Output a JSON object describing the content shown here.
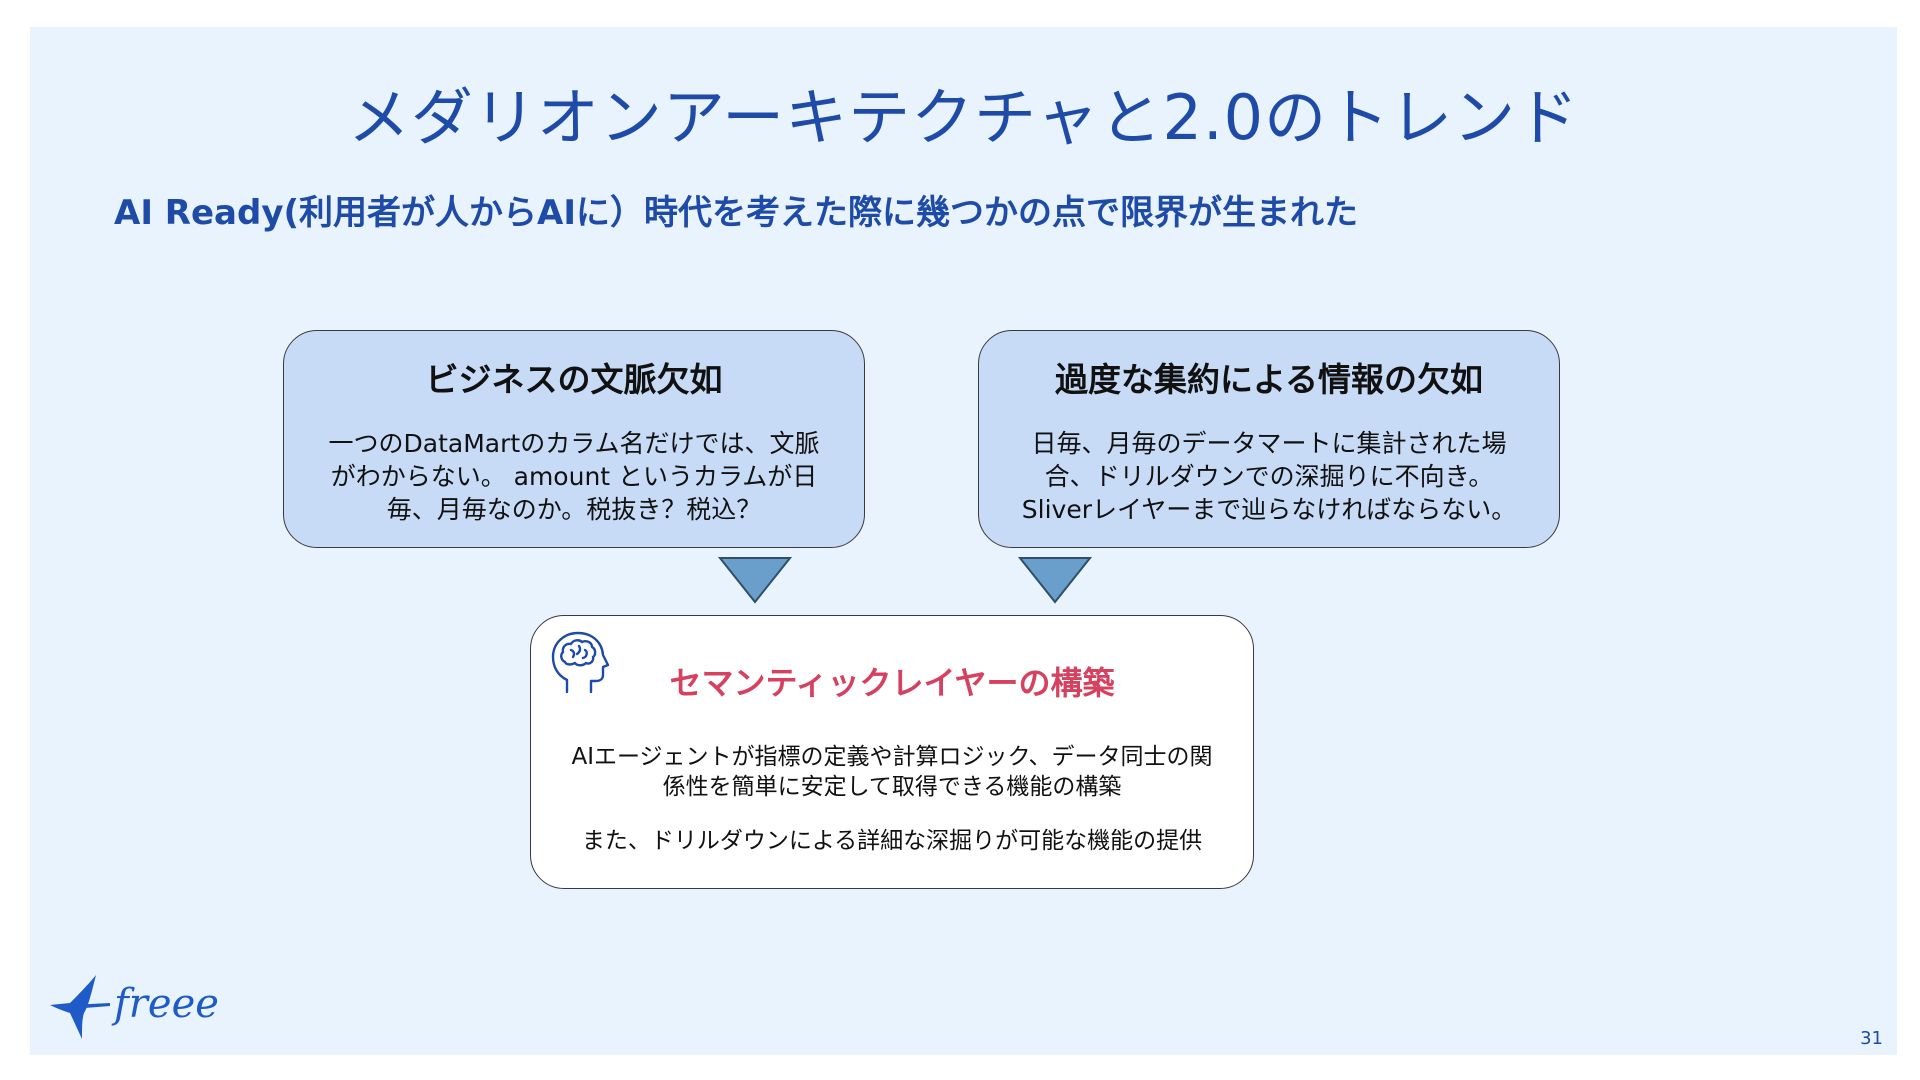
{
  "slide": {
    "title": "メダリオンアーキテクチャと2.0のトレンド",
    "subtitle": "AI Ready(利用者が人からAIに）時代を考えた際に幾つかの点で限界が生まれた",
    "page_number": "31"
  },
  "boxes": {
    "left": {
      "title": "ビジネスの文脈欠如",
      "body_lines": [
        "一つのDataMartのカラム名だけでは、文脈",
        "がわからない。 amount というカラムが日",
        "毎、月毎なのか。税抜き？税込？"
      ]
    },
    "right": {
      "title": "過度な集約による情報の欠如",
      "body_lines": [
        "日毎、月毎のデータマートに集計された場",
        "合、ドリルダウンでの深掘りに不向き。",
        "Sliverレイヤーまで辿らなければならない。"
      ]
    },
    "center": {
      "title": "セマンティックレイヤーの構築",
      "body_lines": [
        "AIエージェントが指標の定義や計算ロジック、データ同士の関",
        "係性を簡単に安定して取得できる機能の構築"
      ],
      "body2": "また、ドリルダウンによる詳細な深掘りが可能な機能の提供"
    }
  },
  "brand": {
    "logo_text": "freee",
    "logo_color": "#1e5bc8"
  },
  "colors": {
    "background": "#e9f3fd",
    "title_blue": "#1e4aa8",
    "box_blue": "#c8dbf6",
    "accent_red": "#d6415f",
    "arrow_fill": "#6a9fcb"
  },
  "icons": {
    "center_icon": "brain-head-icon",
    "arrows": "triangle-down-icon"
  }
}
